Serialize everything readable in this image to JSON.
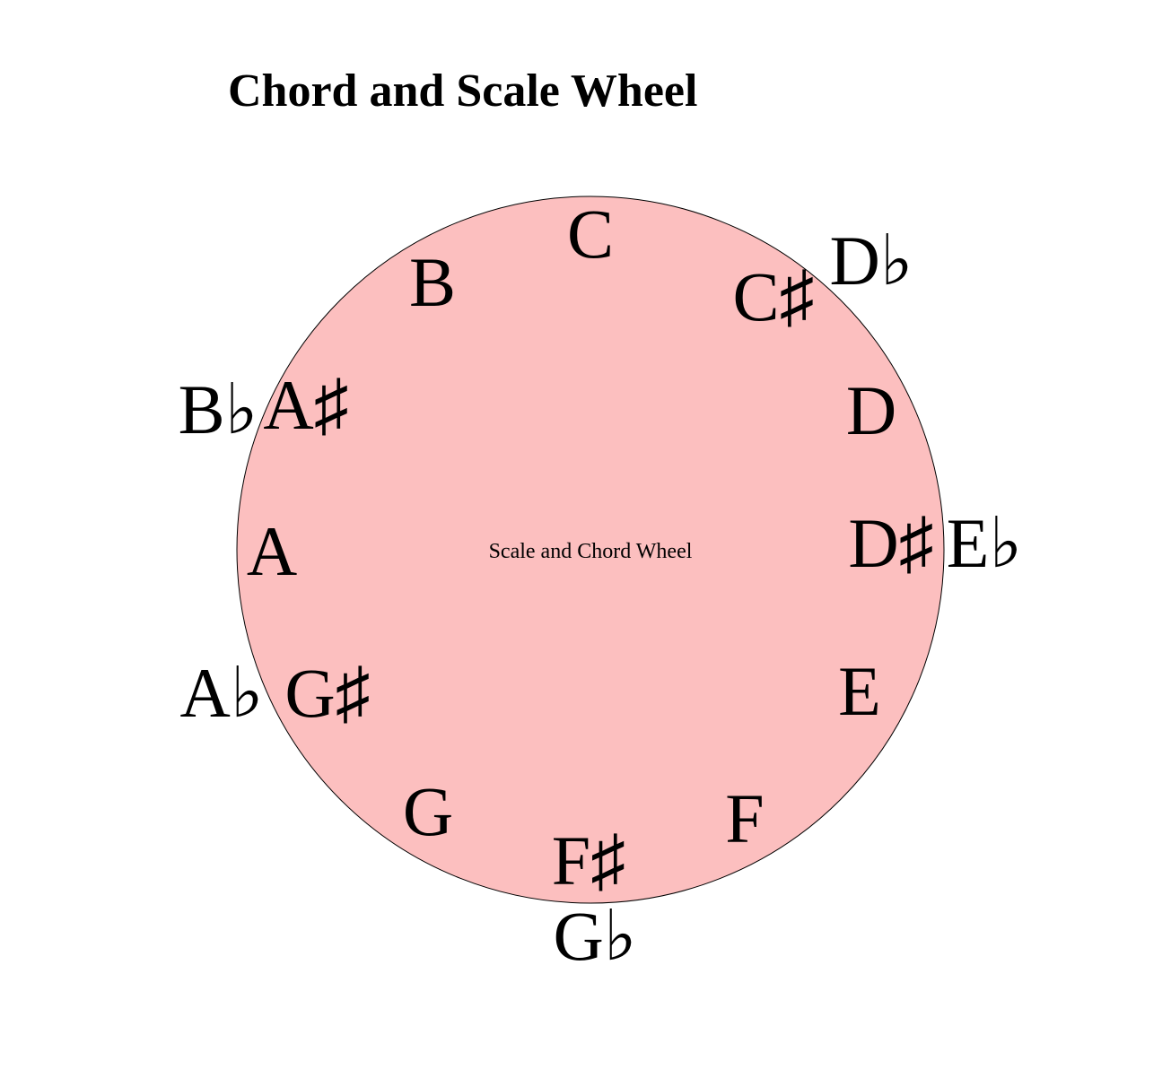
{
  "title": "Chord and Scale Wheel",
  "wheel": {
    "center_label": "Scale and Chord Wheel",
    "fill_color": "#fcbfbf",
    "stroke_color": "#000000",
    "inner_notes": [
      {
        "name": "note-c",
        "text": "C"
      },
      {
        "name": "note-c-sharp",
        "text": "C♯"
      },
      {
        "name": "note-d",
        "text": "D"
      },
      {
        "name": "note-d-sharp",
        "text": "D♯"
      },
      {
        "name": "note-e",
        "text": "E"
      },
      {
        "name": "note-f",
        "text": "F"
      },
      {
        "name": "note-f-sharp",
        "text": "F♯"
      },
      {
        "name": "note-g",
        "text": "G"
      },
      {
        "name": "note-g-sharp",
        "text": "G♯"
      },
      {
        "name": "note-a",
        "text": "A"
      },
      {
        "name": "note-a-sharp",
        "text": "A♯"
      },
      {
        "name": "note-b",
        "text": "B"
      }
    ],
    "outer_notes": [
      {
        "name": "note-d-flat",
        "text": "D♭"
      },
      {
        "name": "note-e-flat",
        "text": "E♭"
      },
      {
        "name": "note-g-flat",
        "text": "G♭"
      },
      {
        "name": "note-a-flat",
        "text": "A♭"
      },
      {
        "name": "note-b-flat",
        "text": "B♭"
      }
    ]
  }
}
